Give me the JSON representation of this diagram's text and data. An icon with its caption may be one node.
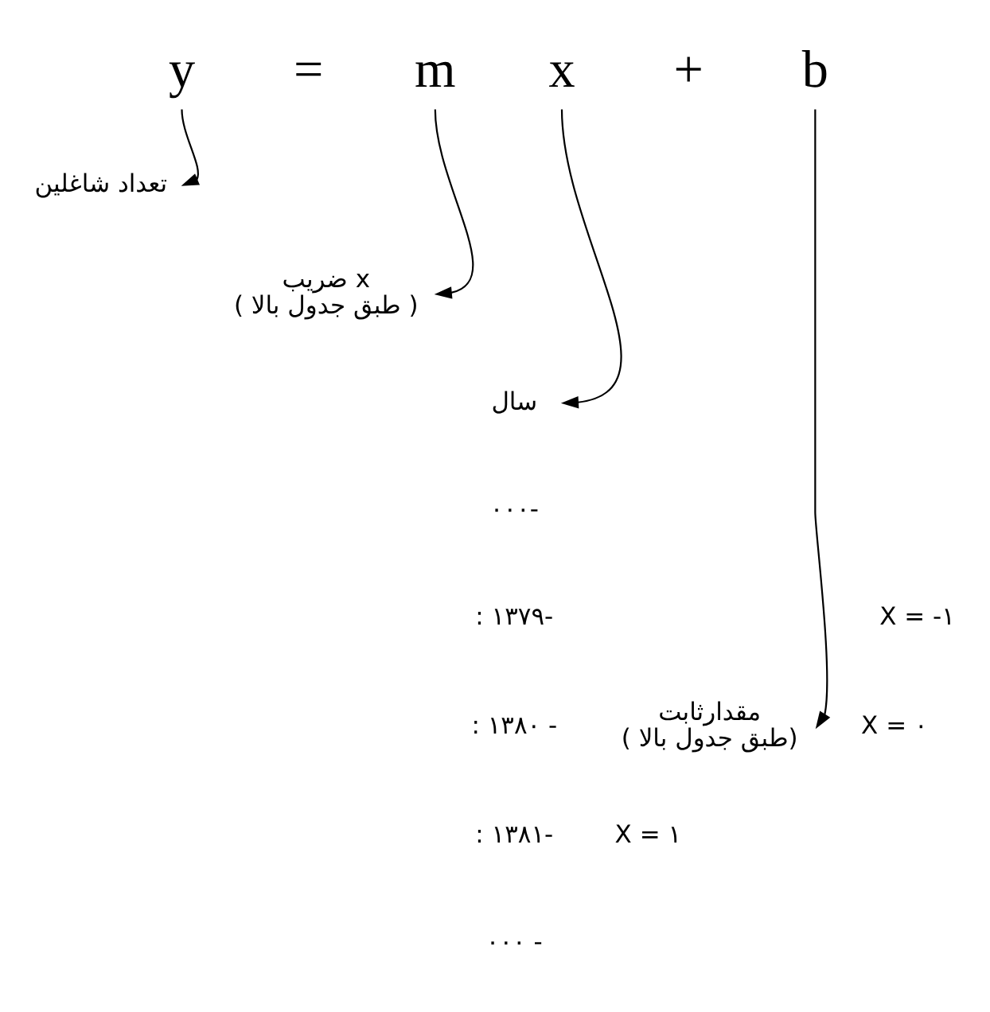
{
  "diagram": {
    "nodes": [
      {
        "text": [
          "y"
        ]
      },
      {
        "text": [
          "m"
        ]
      },
      {
        "text": [
          "x"
        ]
      },
      {
        "text": [
          "b"
        ]
      },
      {
        "text": [
          "تعداد شاغلین"
        ]
      },
      {
        "text": [
          "ضریب x",
          "( طبق جدول بالا )"
        ]
      },
      {
        "text": [
          "سال"
        ]
      },
      {
        "text": [
          "مقدارثابت",
          "( طبق جدول بالا)"
        ]
      }
    ],
    "edges": [
      {
        "from": 0,
        "to": 4,
        "arrow": "to"
      },
      {
        "from": 1,
        "to": 5,
        "arrow": "to"
      },
      {
        "from": 2,
        "to": 6,
        "arrow": "to"
      },
      {
        "from": 3,
        "to": 7,
        "arrow": "to"
      }
    ],
    "labels": [
      "=",
      "+",
      "۰۰۰-",
      ": ۱۳۷۹-",
      "X = -۱",
      ": ۱۳۸۰ -",
      "X = ۰",
      ": ۱۳۸۱-",
      "X = ۱",
      "۰۰۰ -"
    ]
  }
}
